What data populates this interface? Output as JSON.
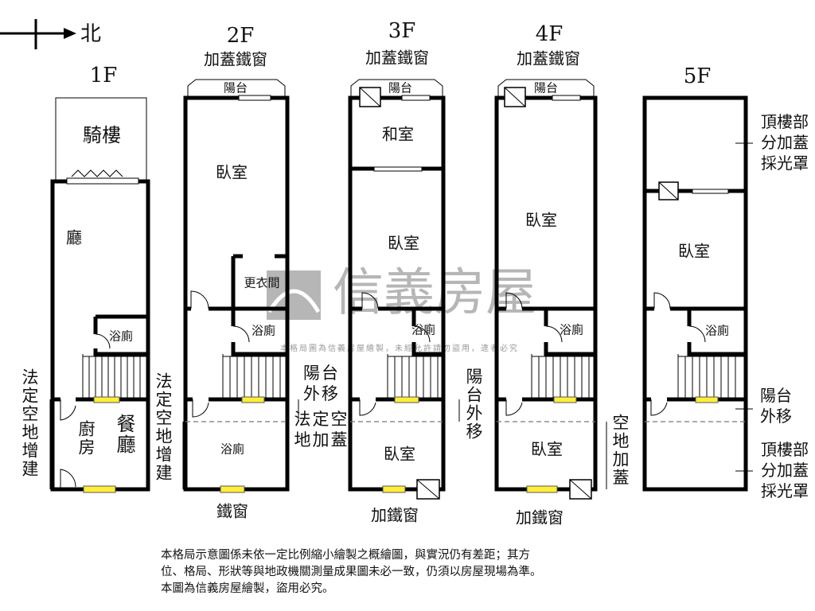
{
  "compass": {
    "label": "北"
  },
  "floors": {
    "f1": {
      "title": "1F",
      "arcade": "騎樓",
      "hall": "廳",
      "bath": "浴廁",
      "kitchen": "廚房",
      "dining": "餐廳",
      "left_note": "法定空地增建"
    },
    "f2": {
      "title": "2F",
      "top_note": "加蓋鐵窗",
      "balcony": "陽台",
      "bedroom": "臥室",
      "closet": "更衣間",
      "bath": "浴廁",
      "bath2": "浴廁",
      "bottom_note": "鐵窗",
      "left_note": "法定空地增建",
      "right_note1": "陽台外移",
      "right_note2": "法定空地加蓋"
    },
    "f3": {
      "title": "3F",
      "top_note": "加蓋鐵窗",
      "balcony": "陽台",
      "japanese_room": "和室",
      "bedroom": "臥室",
      "bath": "浴廁",
      "bedroom2": "臥室",
      "bottom_note": "加鐵窗",
      "right_note": "陽台外移"
    },
    "f4": {
      "title": "4F",
      "top_note": "加蓋鐵窗",
      "balcony": "陽台",
      "bedroom": "臥室",
      "bath": "浴廁",
      "bedroom2": "臥室",
      "bottom_note": "加鐵窗",
      "right_note": "空地加蓋"
    },
    "f5": {
      "title": "5F",
      "bedroom": "臥室",
      "bath": "浴廁",
      "right_top": "頂樓部分加蓋採光罩",
      "right_mid": "陽台外移",
      "right_bottom": "頂樓部分加蓋採光罩"
    }
  },
  "watermark": {
    "brand": "信義房屋",
    "notice": "本格局圖為信義房屋繪製，未經允許請勿盜用，違者必究"
  },
  "footnote": {
    "line1": "本格局示意圖係未依一定比例縮小繪製之概繪圖，與實況仍有差距；其方",
    "line2": "位、格局、形狀等與地政機關測量成果圖未必一致，仍須以房屋現場為準。",
    "line3": "本圖為信義房屋繪製，盜用必究。"
  }
}
